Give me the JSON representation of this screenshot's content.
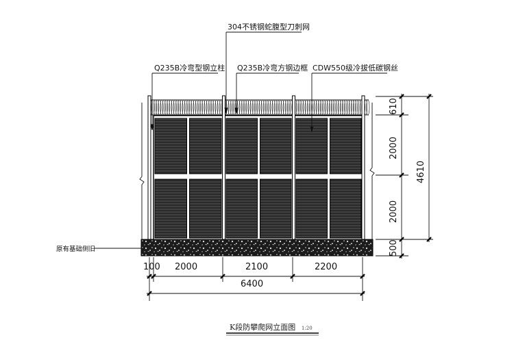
{
  "annotations": {
    "razor_wire": "304不锈钢蛇腹型刀刺网",
    "post": "Q235B冷弯型钢立柱",
    "frame": "Q235B冷弯方钢边框",
    "mesh": "CDW550级冷拔低碳钢丝",
    "foundation": "原有基础侧旧"
  },
  "dimensions": {
    "left_offset": "100",
    "span_1": "2000",
    "span_2": "2100",
    "span_3": "2200",
    "total_width": "6400",
    "wire_height": "610",
    "upper_panel": "2000",
    "lower_panel": "2000",
    "base_height": "500",
    "total_height": "4610"
  },
  "title": {
    "text": "K段防攀爬网立面图",
    "scale": "1:20"
  }
}
